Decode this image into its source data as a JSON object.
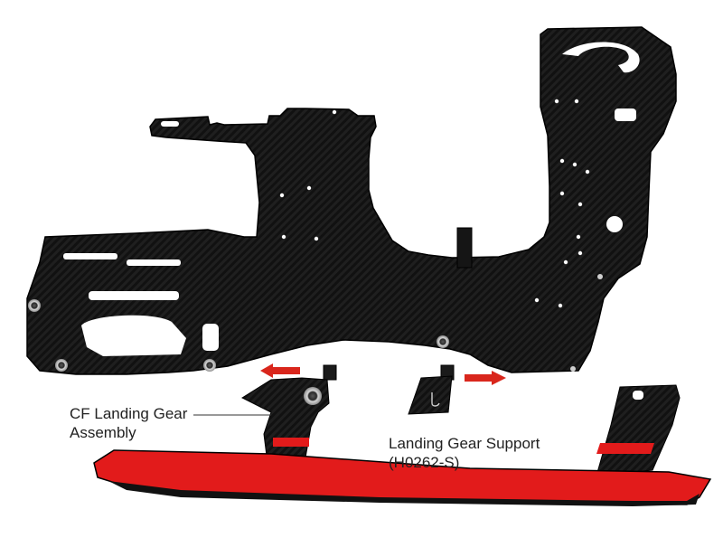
{
  "colors": {
    "carbon_dark": "#111111",
    "carbon_mid": "#1e1e1e",
    "accent_red": "#e21b1b",
    "arrow_red": "#d9261c",
    "hardware_gray": "#b9b9b9",
    "background": "#ffffff"
  },
  "callouts": {
    "landing_gear_assembly": {
      "line1": "CF Landing Gear",
      "line2": "Assembly"
    },
    "landing_gear_support": {
      "line1": "Landing Gear Support",
      "line2": "(H0262-S)"
    }
  },
  "arrows": {
    "left": "move-left",
    "right": "move-right"
  }
}
